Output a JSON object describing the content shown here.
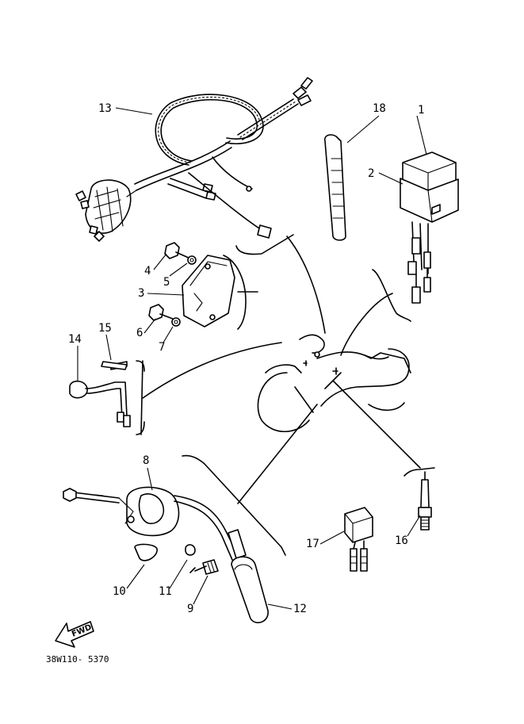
{
  "callouts": {
    "c1": "1",
    "c2": "2",
    "c3": "3",
    "c4": "4",
    "c5": "5",
    "c6": "6",
    "c7": "7",
    "c8": "8",
    "c9": "9",
    "c10": "10",
    "c11": "11",
    "c12": "12",
    "c13": "13",
    "c14": "14",
    "c15": "15",
    "c16": "16",
    "c17": "17",
    "c18": "18"
  },
  "fwd_label": "FWD",
  "diagram_code": "38W110- 5370"
}
